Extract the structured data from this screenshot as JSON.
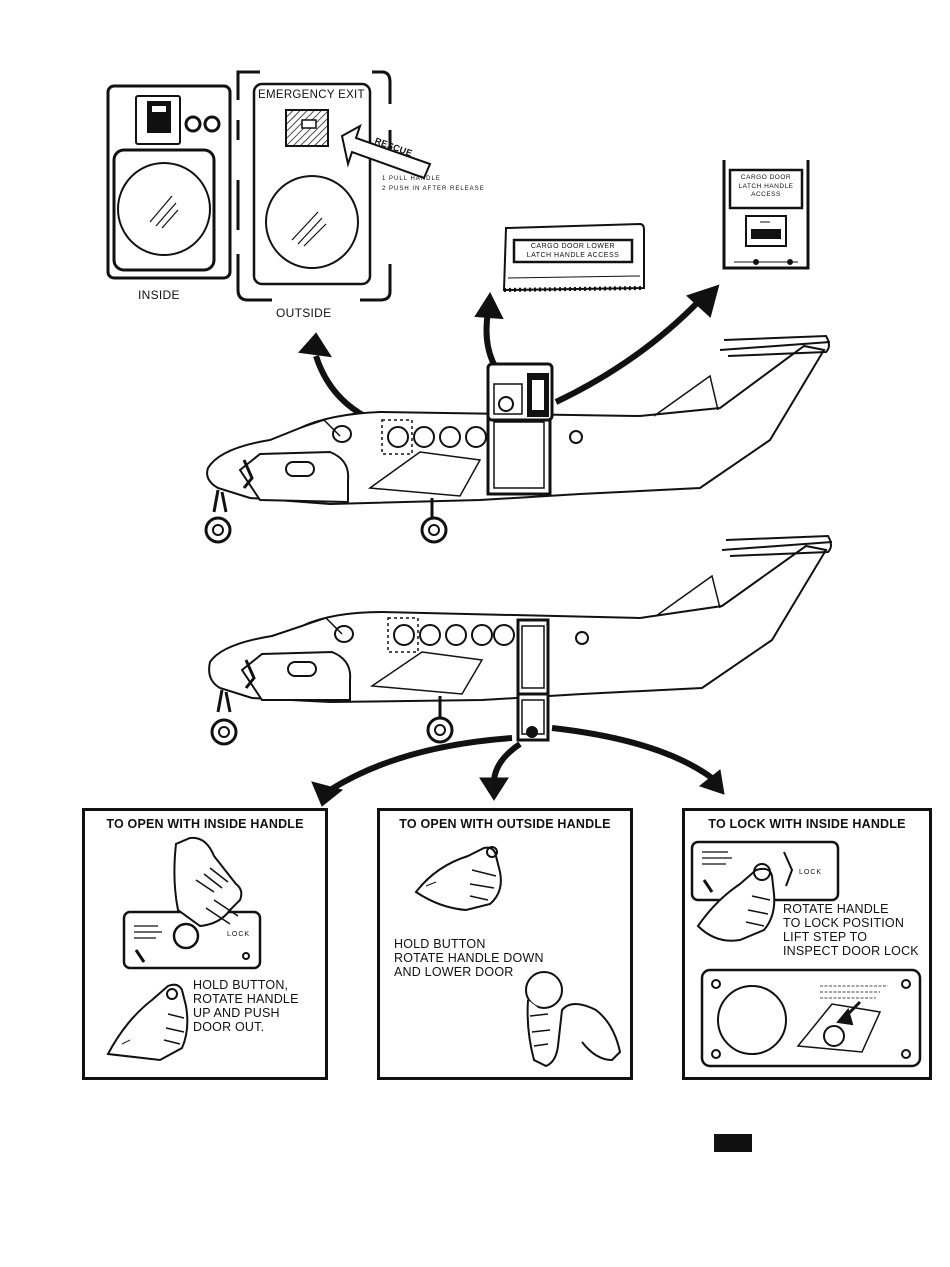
{
  "emergency_exit": {
    "inside_label": "INSIDE",
    "outside_label": "OUTSIDE",
    "placard_title": "EMERGENCY EXIT",
    "rescue_label": "RESCUE",
    "step_1": "1 PULL HANDLE",
    "step_2": "2 PUSH IN AFTER RELEASE"
  },
  "cargo_lower_placard": {
    "line_1": "CARGO DOOR LOWER",
    "line_2": "LATCH HANDLE ACCESS"
  },
  "cargo_latch_placard": {
    "line_1": "CARGO DOOR",
    "line_2": "LATCH HANDLE",
    "line_3": "ACCESS"
  },
  "panels": {
    "inside_open": {
      "title": "TO OPEN WITH INSIDE HANDLE",
      "lock_label": "LOCK",
      "lines": [
        "HOLD BUTTON,",
        "ROTATE HANDLE",
        "UP AND PUSH",
        "DOOR OUT."
      ]
    },
    "outside_open": {
      "title": "TO OPEN WITH OUTSIDE HANDLE",
      "lines": [
        "HOLD BUTTON",
        "ROTATE HANDLE DOWN",
        "AND LOWER DOOR"
      ]
    },
    "inside_lock": {
      "title": "TO LOCK WITH INSIDE HANDLE",
      "lock_label": "LOCK",
      "lines": [
        "ROTATE HANDLE",
        "TO LOCK POSITION",
        "LIFT STEP TO",
        "INSPECT DOOR LOCK"
      ]
    }
  }
}
